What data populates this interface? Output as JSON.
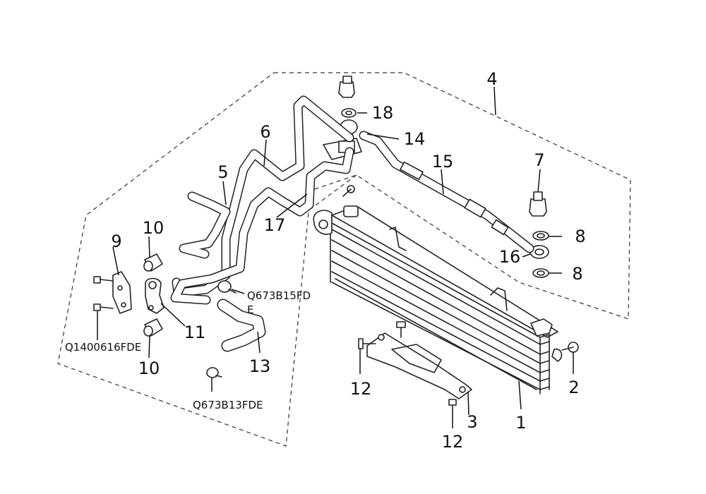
{
  "diagram": {
    "callouts": {
      "c1": "1",
      "c2": "2",
      "c3": "3",
      "c4": "4",
      "c5": "5",
      "c6": "6",
      "c7": "7",
      "c8a": "8",
      "c8b": "8",
      "c9": "9",
      "c10a": "10",
      "c10b": "10",
      "c11": "11",
      "c12a": "12",
      "c12b": "12",
      "c13": "13",
      "c14": "14",
      "c15": "15",
      "c16": "16",
      "c17": "17",
      "c18": "18"
    },
    "part_codes": {
      "q673b15fd_line1": "Q673B15FD",
      "q673b15fd_line2": "E",
      "q1400616fde": "Q1400616FDE",
      "q673b13fde": "Q673B13FDE"
    }
  }
}
